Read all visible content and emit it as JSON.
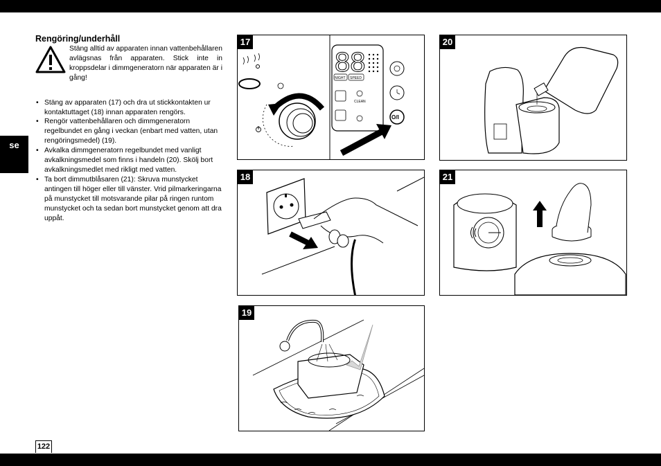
{
  "section": {
    "heading": "Rengöring/underhåll",
    "warning_text": "Stäng alltid av apparaten innan vattenbehållaren avlägsnas från apparaten. Stick inte in kroppsdelar i dimmgeneratorn när apparaten är i gång!",
    "items": [
      {
        "text": "Stäng av apparaten (17) och dra ut stickkontakten ur kontaktuttaget (18) innan apparaten rengörs."
      },
      {
        "text": "Rengör vattenbehållaren och dimmgeneratorn regelbundet en gång i veckan (enbart med vatten, utan rengöringsmedel) (19)."
      },
      {
        "text": "Avkalka dimmgeneratorn regelbundet med vanligt avkalkningsmedel som finns i handeln (20). Skölj bort avkalkningsmedlet med rikligt med vatten."
      },
      {
        "text": "Ta bort dimmutblåsaren (21): Skruva munstycket antingen till höger eller till vänster. Vrid pilmarkeringarna på munstycket till motsvarande pilar på ringen runtom munstycket och ta sedan bort munstycket genom att dra uppåt."
      }
    ]
  },
  "language_tab": "se",
  "page_number": "122",
  "figures": {
    "f17": {
      "number": "17",
      "display_digits": "88",
      "panel_clean": "CLEAN",
      "panel_night": "NIGHT",
      "panel_speed": "SPEED",
      "power_label": "O/I"
    },
    "f18": {
      "number": "18"
    },
    "f19": {
      "number": "19"
    },
    "f20": {
      "number": "20"
    },
    "f21": {
      "number": "21"
    }
  },
  "icons": [
    "warning-triangle-icon",
    "power-icon",
    "arrow-icon"
  ]
}
